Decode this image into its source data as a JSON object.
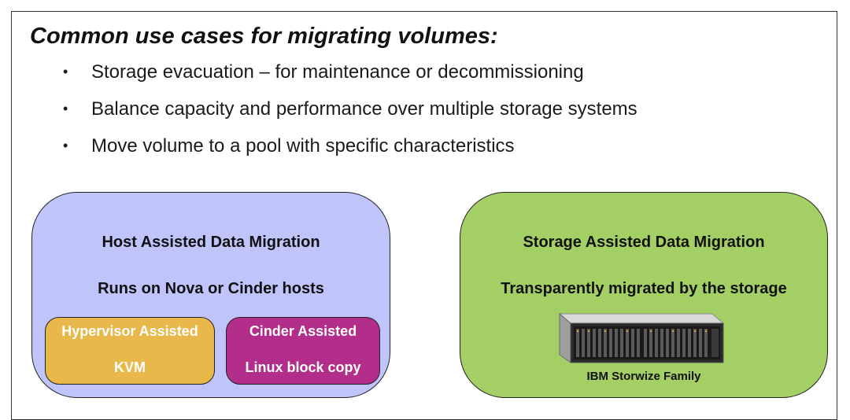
{
  "heading": "Common use cases for migrating volumes:",
  "bullets": [
    "Storage evacuation – for maintenance or decommissioning",
    "Balance capacity and performance over multiple storage systems",
    "Move volume to a pool with specific characteristics"
  ],
  "host_panel": {
    "title": "Host Assisted Data Migration",
    "subtitle": "Runs on Nova or Cinder hosts",
    "hypervisor": {
      "title": "Hypervisor Assisted",
      "detail": "KVM"
    },
    "cinder": {
      "title": "Cinder Assisted",
      "detail": "Linux block copy"
    }
  },
  "storage_panel": {
    "title": "Storage Assisted Data Migration",
    "subtitle": "Transparently migrated by the storage",
    "device_label": "IBM Storwize Family"
  },
  "colors": {
    "host_panel": "#bfc4fb",
    "storage_panel": "#a4cf65",
    "hypervisor_box": "#e8b84a",
    "cinder_box": "#b22e8a"
  },
  "icons": {
    "device": "storage-enclosure-icon"
  }
}
